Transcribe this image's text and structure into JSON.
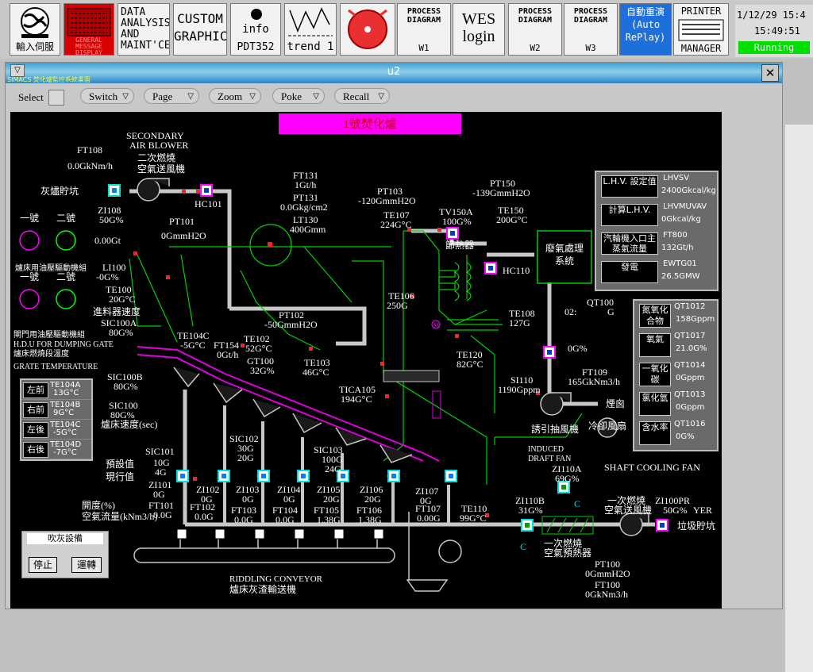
{
  "toolbar": {
    "btn_home": "輸入伺服",
    "btn_general": [
      "GENERAL",
      "MESSAGE",
      "DISPLAY"
    ],
    "btn_data": [
      "DATA",
      "ANALYSIS",
      "AND",
      "MAINT'CE"
    ],
    "btn_custom": [
      "CUSTOM",
      "GRAPHIC"
    ],
    "btn_info": "info",
    "btn_info_sub": "PDT352",
    "btn_trend": "trend 1",
    "btn_pd_w1": [
      "PROCESS",
      "DIAGRAM",
      "W1"
    ],
    "btn_wes": [
      "WES",
      "login"
    ],
    "btn_pd_w2": [
      "PROCESS",
      "DIAGRAM",
      "W2"
    ],
    "btn_pd_w3": [
      "PROCESS",
      "DIAGRAM",
      "W3"
    ],
    "btn_replay": [
      "自動重演",
      "(Auto",
      "RePlay)"
    ],
    "btn_printer": [
      "PRINTER",
      "MANAGER"
    ],
    "date": "1/12/29 15:4",
    "time": "15:49:51",
    "status": "Running",
    "accent": "#1e6fd9"
  },
  "window": {
    "title": "u2",
    "caption": "SIMACS 焚化爐監控系統畫面",
    "close_icon": "close-icon"
  },
  "menu": {
    "select": "Select",
    "switch": "Switch",
    "page": "Page",
    "zoom": "Zoom",
    "poke": "Poke",
    "recall": "Recall"
  },
  "diagram": {
    "title": "1號焚化爐",
    "labels": {
      "secondary_blower": [
        "SECONDARY",
        "AIR BLOWER",
        "二次燃燒",
        "空氣送風機"
      ],
      "ft108": "FT108",
      "ft108v": "0.0GkNm/h",
      "ash_pit": "灰燼貯坑",
      "hc101": "HC101",
      "ft131": "FT131",
      "ft131v": "1Gt/h",
      "pt131": "PT131",
      "pt131v": "0.0Gkg/cm2",
      "lt130": "LT130",
      "lt130v": "400Gmm",
      "pt103": "PT103",
      "pt103v": "-120GmmH2O",
      "pt150": "PT150",
      "pt150v": "-139GmmH2O",
      "tv150a": "TV150A",
      "tv150av": "100G%",
      "te107": "TE107",
      "te107v": "224G°C",
      "te150": "TE150",
      "te150v": "200G°C",
      "economizer": "節熱器",
      "gas_treatment": [
        "廢氣處理",
        "系統"
      ],
      "hc110": "HC110",
      "zi108": "ZI108",
      "zi108v": "50G%",
      "pt101": "PT101",
      "pt101v": "0GmmH2O",
      "no1": "一號",
      "no2": "二號",
      "zero_gt": "0.00Gt",
      "hydraulic_pump": "爐床用油壓驅動機組",
      "li100": "LI100",
      "li100v": "-0G%",
      "te100": "TE100",
      "te100v": "20G°C",
      "feeder_speed": "進料器速度",
      "sic100a": "SIC100A",
      "sic100av": "80G%",
      "gate_pump": "閘門用油壓驅動機組",
      "hdu": "H.D.U FOR DUMPING GATE",
      "bed_temp": "爐床燃燒段溫度",
      "grate_temp": "GRATE TEMPERATURE",
      "te104c": "TE104C",
      "te104cv": "-5G°C",
      "ft154": "FT154",
      "ft154v": "0Gt/h",
      "te102": "TE102",
      "te102v": "52G°C",
      "pt102": "PT102",
      "pt102v": "-50GmmH2O",
      "te106": "TE106",
      "te106v": "250G",
      "te108": "TE108",
      "te108v": "127G",
      "o2": "02:",
      "qt100": "QT100",
      "qt100v": "G",
      "zero_pct": "0G%",
      "gt100": "GT100",
      "gt100v": "32G%",
      "te103": "TE103",
      "te103v": "46G°C",
      "tica105": "TICA105",
      "tica105v": "194G°C",
      "te120": "TE120",
      "te120v": "82G°C",
      "si110": "SI110",
      "si110v": "1190Gppm",
      "ft109": "FT109",
      "ft109v": "165GkNm3/h",
      "chimney": "煙囪",
      "sic100b": "SIC100B",
      "sic100bv": "80G%",
      "sic100": "SIC100",
      "sic100v": "80G%",
      "bed_speed": "爐床速度(sec)",
      "induced_fan": "誘引抽風機",
      "cooling_fan": "冷卻風扇",
      "induced_draft": [
        "INDUCED",
        "DRAFT FAN"
      ],
      "shaft_fan": "SHAFT COOLING FAN",
      "sic102": "SIC102",
      "sic102v": [
        "30G",
        "20G"
      ],
      "sic103": "SIC103",
      "sic103v": [
        "100G",
        "24G"
      ],
      "sic101": "SIC101",
      "sic101v": [
        "10G",
        "4G"
      ],
      "preset": "預設值",
      "current": "現行值",
      "zi101": "ZI101",
      "zi101v": "0G",
      "zi102": "ZI102",
      "zi102v": "0G",
      "zi103": "ZI103",
      "zi103v": "0G",
      "zi104": "ZI104",
      "zi104v": "0G",
      "zi105": "ZI105",
      "zi105v": "20G",
      "zi106": "ZI106",
      "zi106v": "20G",
      "zi107": "ZI107",
      "zi107v": "0G",
      "zi110a": "ZI110A",
      "zi110av": "69G%",
      "zi110b": "ZI110B",
      "zi110bv": "31G%",
      "opening": "開度(%)",
      "air_flow": "空氣流量(kNm3/h)",
      "ft101": "FT101",
      "ft101v": "0.0G",
      "ft102": "FT102",
      "ft102v": "0.0G",
      "ft103": "FT103",
      "ft103v": "0.0G",
      "ft104": "FT104",
      "ft104v": "0.0G",
      "ft105": "FT105",
      "ft105v": "1.38G",
      "ft106": "FT106",
      "ft106v": "1.38G",
      "ft107": "FT107",
      "ft107v": "0.00G",
      "te110": "TE110",
      "te110v": "99G°C",
      "primary_blower": [
        "一次燃燒",
        "空氣送風機"
      ],
      "zi100pr": "ZI100PR",
      "zi100prv": "50G%",
      "yer": "YER",
      "garbage_pit": "垃圾貯坑",
      "air_preheater": [
        "一次燃燒",
        "空氣預熱器"
      ],
      "pt100": "PT100",
      "pt100v": "0GmmH2O",
      "ft100": "FT100",
      "ft100v": "0GkNm3/h",
      "riddling": "RIDDLING CONVEYOR",
      "riddling_cn": "爐床灰渣輸送機",
      "c_mark": "C"
    },
    "grate_table": {
      "rows": [
        {
          "name": "左前",
          "tag": "TE104A",
          "val": "13G°C"
        },
        {
          "name": "右前",
          "tag": "TE104B",
          "val": "9G°C"
        },
        {
          "name": "左後",
          "tag": "TE104C",
          "val": "-5G°C"
        },
        {
          "name": "右後",
          "tag": "TE104D",
          "val": "-7G°C"
        }
      ]
    },
    "blow_panel": {
      "title": "吹灰設備",
      "stop": "停止",
      "run": "運轉"
    },
    "lhv_panel": {
      "rows": [
        {
          "name": "L.H.V. 設定值",
          "tag": "LHVSV",
          "val": "2400Gkcal/kg"
        },
        {
          "name": "計算L.H.V.",
          "tag": "LHVMUVAV",
          "val": "0Gkcal/kg"
        },
        {
          "name": "汽輪機入口主蒸氣流量",
          "tag": "FT800",
          "val": "132Gt/h"
        },
        {
          "name": "發電",
          "tag": "EWTG01",
          "val": "26.5GMW"
        }
      ]
    },
    "gas_panel": {
      "rows": [
        {
          "name": "氮氧化合物",
          "tag": "QT1012",
          "val": "158Gppm"
        },
        {
          "name": "氧氣",
          "tag": "QT1017",
          "val": "21.0G%"
        },
        {
          "name": "一氧化碳",
          "tag": "QT1014",
          "val": "0Gppm"
        },
        {
          "name": "氯化氫",
          "tag": "QT1013",
          "val": "0Gppm"
        },
        {
          "name": "含水率",
          "tag": "QT1016",
          "val": "0G%"
        }
      ]
    },
    "colors": {
      "line_green": "#00d000",
      "value_green": "#00ff00",
      "pipe_grey": "#c8c8c8",
      "title_magenta": "#ff00ff",
      "grate_magenta": "#e000e0",
      "valve_red": "#ff2020",
      "valve_cyan": "#00e0e0"
    }
  }
}
